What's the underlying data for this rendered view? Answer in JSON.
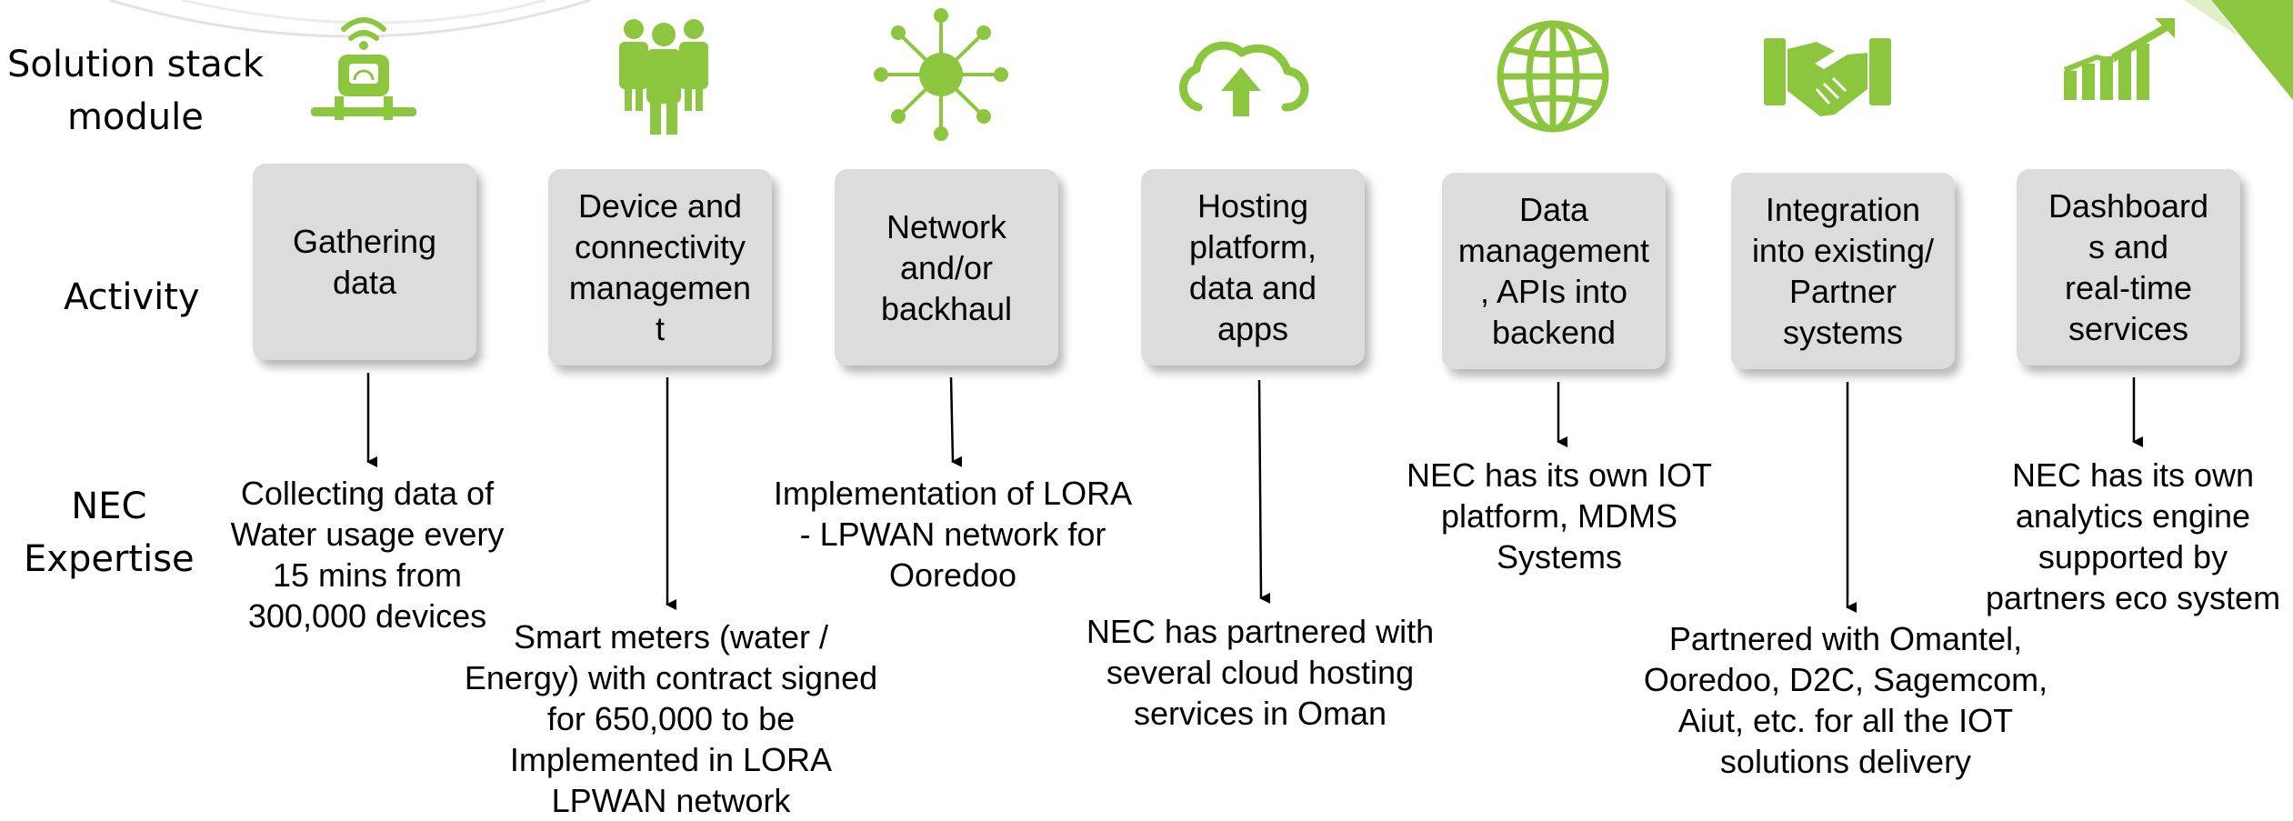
{
  "row_labels": {
    "solution": "Solution  stack\nmodule",
    "activity": "Activity",
    "expertise": "NEC\nExpertise"
  },
  "colors": {
    "icon_green": "#8cc63f",
    "box_fill": "#dcdcdc"
  },
  "modules": [
    {
      "icon": "smart-meter-wifi-icon",
      "activity": "Gathering\ndata",
      "expertise": "Collecting data of\nWater usage every\n15 mins from\n300,000 devices"
    },
    {
      "icon": "people-group-icon",
      "activity": "Device and\nconnectivity\nmanagemen\nt",
      "expertise": "Smart meters (water /\nEnergy) with contract signed\nfor  650,000 to be\nImplemented in LORA\nLPWAN network"
    },
    {
      "icon": "network-hub-icon",
      "activity": "Network\nand/or\nbackhaul",
      "expertise": "Implementation of LORA\n- LPWAN network for\nOoredoo"
    },
    {
      "icon": "cloud-upload-icon",
      "activity": "Hosting\nplatform,\ndata  and\napps",
      "expertise": "NEC has partnered with\nseveral  cloud hosting\nservices in Oman"
    },
    {
      "icon": "globe-icon",
      "activity": "Data\nmanagement\n, APIs into\nbackend",
      "expertise": "NEC has its own IOT\nplatform, MDMS\nSystems"
    },
    {
      "icon": "handshake-icon",
      "activity": "Integration\ninto existing/\nPartner\nsystems",
      "expertise": "Partnered with Omantel,\nOoredoo, D2C, Sagemcom,\nAiut, etc. for all the IOT\nsolutions delivery"
    },
    {
      "icon": "growth-chart-icon",
      "activity": "Dashboard\ns  and\nreal-time\nservices",
      "expertise": "NEC has its own\nanalytics engine\nsupported by\npartners eco system"
    }
  ]
}
